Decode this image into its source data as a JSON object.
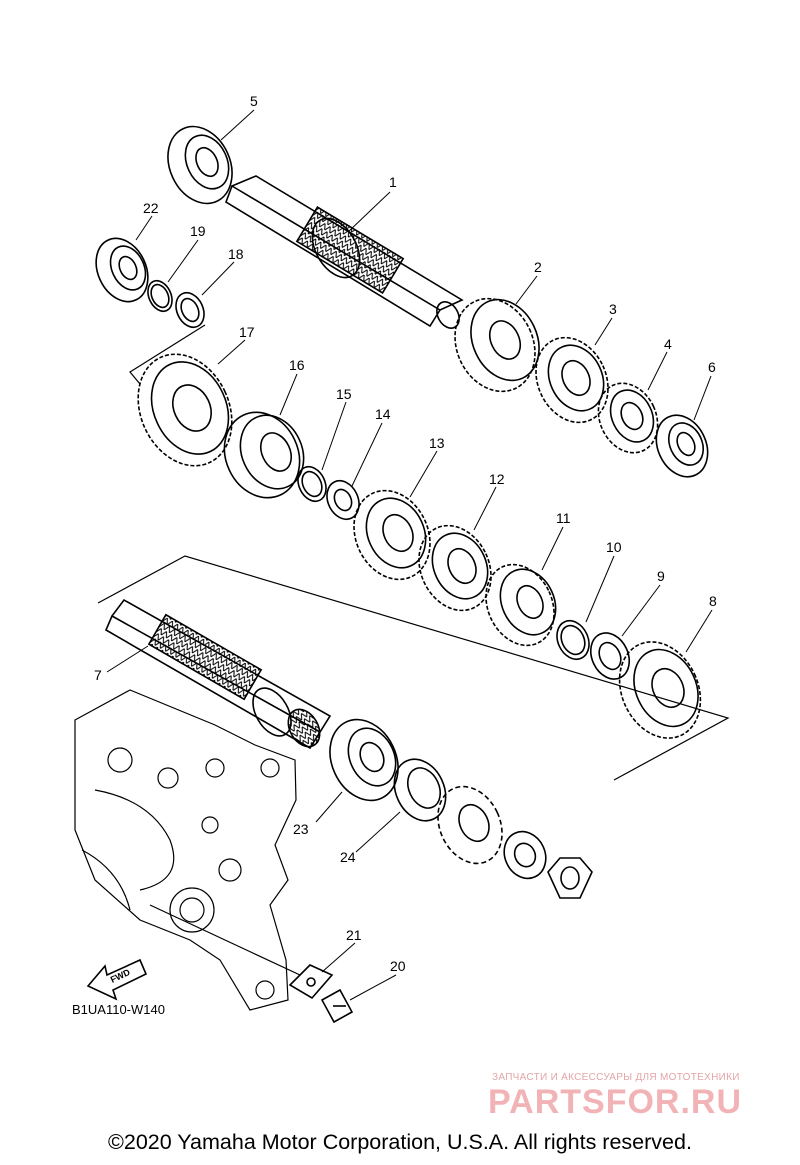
{
  "callouts": [
    "1",
    "2",
    "3",
    "4",
    "5",
    "6",
    "7",
    "8",
    "9",
    "10",
    "11",
    "12",
    "13",
    "14",
    "15",
    "16",
    "17",
    "18",
    "19",
    "20",
    "21",
    "22",
    "23",
    "24"
  ],
  "arrow_label": "FWD",
  "diagram_code": "B1UA110-W140",
  "watermark": {
    "tagline": "ЗАПЧАСТИ И АКСЕССУАРЫ ДЛЯ МОТОТЕХНИКИ",
    "logo": "PARTSFOR.RU"
  },
  "copyright": "©2020 Yamaha Motor Corporation, U.S.A. All rights reserved.",
  "colors": {
    "line": "#000000",
    "watermark": "#f2b3b6"
  }
}
